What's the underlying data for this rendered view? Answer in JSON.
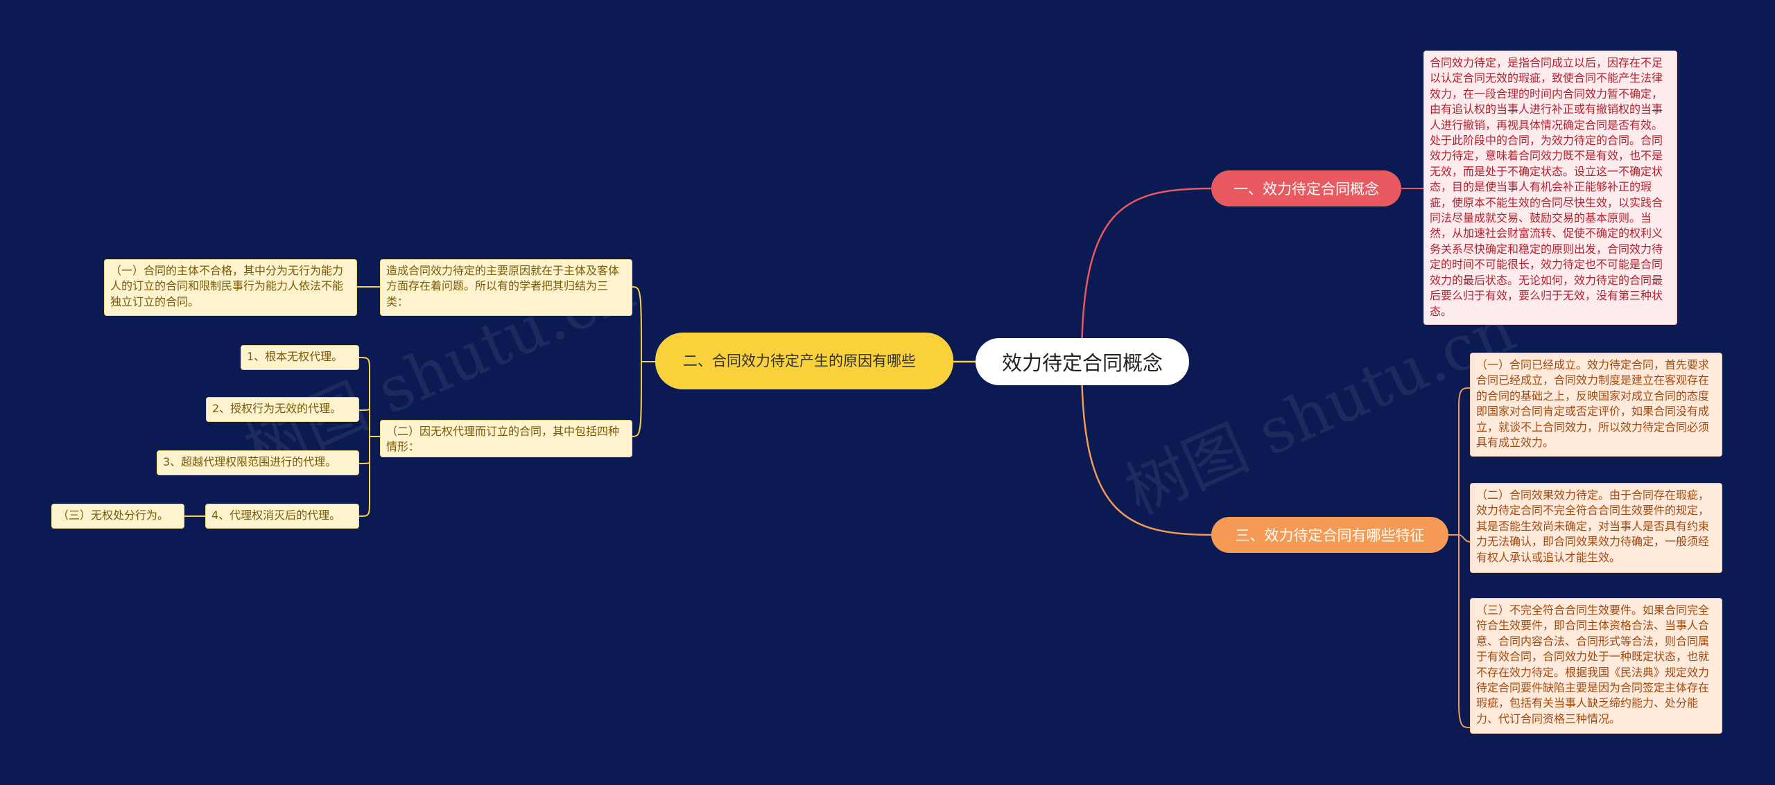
{
  "watermark": "树图 shutu.cn",
  "colors": {
    "background": "#0b1a52",
    "branch1": "#e85a5f",
    "branch2": "#f9d23b",
    "branch3": "#f59a55"
  },
  "root": {
    "label": "效力待定合同概念"
  },
  "branch1": {
    "label": "一、效力待定合同概念",
    "detail": "合同效力待定，是指合同成立以后，因存在不足以认定合同无效的瑕疵，致使合同不能产生法律效力，在一段合理的时间内合同效力暂不确定，由有追认权的当事人进行补正或有撤销权的当事人进行撤销，再视具体情况确定合同是否有效。处于此阶段中的合同，为效力待定的合同。合同效力待定，意味着合同效力既不是有效，也不是无效，而是处于不确定状态。设立这一不确定状态，目的是使当事人有机会补正能够补正的瑕疵，使原本不能生效的合同尽快生效，以实践合同法尽量成就交易、鼓励交易的基本原则。当然，从加速社会财富流转、促使不确定的权利义务关系尽快确定和稳定的原则出发，合同效力待定的时间不可能很长，效力待定也不可能是合同效力的最后状态。无论如何，效力待定的合同最后要么归于有效，要么归于无效，没有第三种状态。"
  },
  "branch2": {
    "label": "二、合同效力待定产生的原因有哪些",
    "child1": {
      "text": "造成合同效力待定的主要原因就在于主体及客体方面存在着问题。所以有的学者把其归结为三类：",
      "sub": "（一）合同的主体不合格，其中分为无行为能力人的订立的合同和限制民事行为能力人依法不能独立订立的合同。"
    },
    "child2": {
      "text": "（二）因无权代理而订立的合同，其中包括四种情形：",
      "items": [
        "1、根本无权代理。",
        "2、授权行为无效的代理。",
        "3、超越代理权限范围进行的代理。",
        "4、代理权消灭后的代理。"
      ],
      "sub": "（三）无权处分行为。"
    }
  },
  "branch3": {
    "label": "三、效力待定合同有哪些特征",
    "items": [
      "（一）合同已经成立。效力待定合同，首先要求合同已经成立，合同效力制度是建立在客观存在的合同的基础之上，反映国家对成立合同的态度即国家对合同肯定或否定评价，如果合同没有成立，就谈不上合同效力，所以效力待定合同必须具有成立效力。",
      "（二）合同效果效力待定。由于合同存在瑕疵，效力待定合同不完全符合合同生效要件的规定，其是否能生效尚未确定，对当事人是否具有约束力无法确认，即合同效果效力待确定，一般须经有权人承认或追认才能生效。",
      "（三）不完全符合合同生效要件。如果合同完全符合生效要件，即合同主体资格合法、当事人合意、合同内容合法、合同形式等合法，则合同属于有效合同，合同效力处于一种既定状态，也就不存在效力待定。根据我国《民法典》规定效力待定合同要件缺陷主要是因为合同签定主体存在瑕疵，包括有关当事人缺乏缔约能力、处分能力、代订合同资格三种情况。"
    ]
  }
}
